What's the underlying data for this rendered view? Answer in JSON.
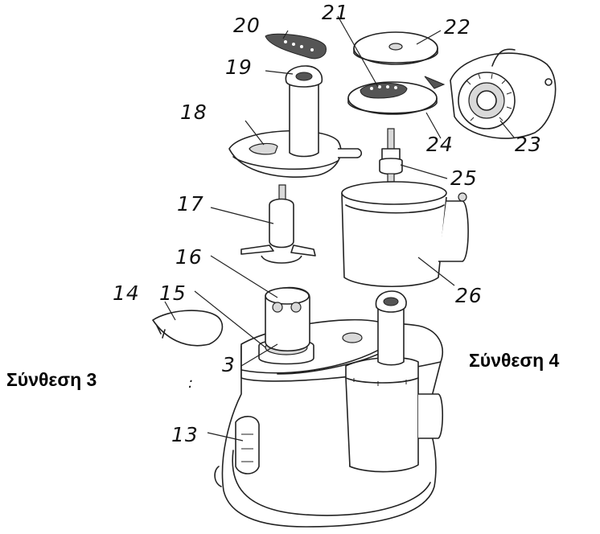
{
  "captions": {
    "left": "Σύνθεση 3",
    "right": "Σύνθεση 4"
  },
  "callouts": {
    "c13": "13",
    "c14": "14",
    "c15": "15",
    "c16": "16",
    "c17": "17",
    "c18": "18",
    "c19": "19",
    "c20": "20",
    "c21": "21",
    "c22": "22",
    "c23": "23",
    "c24": "24",
    "c25": "25",
    "c26": "26",
    "c3": "3"
  },
  "marks": {
    "stray": "꞉"
  }
}
